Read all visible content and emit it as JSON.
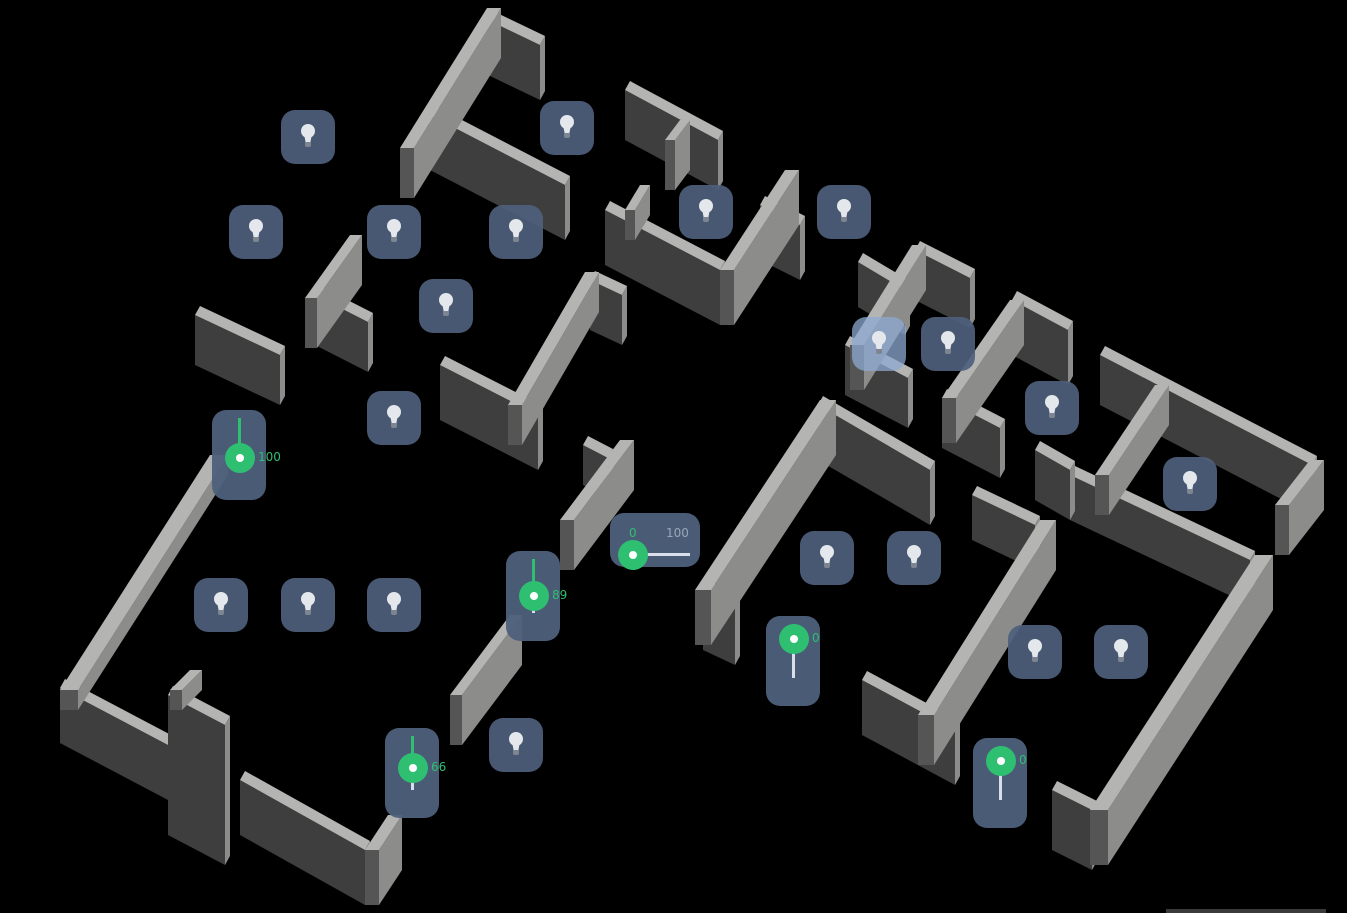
{
  "colors": {
    "wall_top": "#b4b5b2",
    "wall_front": "#3e3e3e",
    "wall_side": "#8c8d8a",
    "button_bg": "#4e607c",
    "accent": "#2fbf71"
  },
  "lights": [
    {
      "icon": "lightbulb-icon",
      "active": false
    },
    {
      "icon": "lightbulb-icon",
      "active": false
    },
    {
      "icon": "lightbulb-icon",
      "active": false
    },
    {
      "icon": "lightbulb-icon",
      "active": false
    },
    {
      "icon": "lightbulb-icon",
      "active": false
    },
    {
      "icon": "lightbulb-icon",
      "active": false
    },
    {
      "icon": "lightbulb-icon",
      "active": false
    },
    {
      "icon": "lightbulb-icon",
      "active": false
    },
    {
      "icon": "lightbulb-icon",
      "active": true
    },
    {
      "icon": "lightbulb-icon",
      "active": false
    },
    {
      "icon": "lightbulb-icon",
      "active": false
    },
    {
      "icon": "lightbulb-icon",
      "active": false
    },
    {
      "icon": "lightbulb-icon",
      "active": false
    },
    {
      "icon": "lightbulb-icon",
      "active": false
    },
    {
      "icon": "lightbulb-icon",
      "active": false
    },
    {
      "icon": "lightbulb-icon",
      "active": false
    },
    {
      "icon": "lightbulb-icon",
      "active": false
    },
    {
      "icon": "lightbulb-icon",
      "active": false
    },
    {
      "icon": "lightbulb-icon",
      "active": false
    },
    {
      "icon": "lightbulb-icon",
      "active": false
    },
    {
      "icon": "lightbulb-icon",
      "active": false
    }
  ],
  "vertical_sliders": [
    {
      "value": 100,
      "label": "100"
    },
    {
      "value": 89,
      "label": "89"
    },
    {
      "value": 66,
      "label": "66"
    },
    {
      "value": 0,
      "label": "0"
    },
    {
      "value": 0,
      "label": "0"
    }
  ],
  "horizontal_slider": {
    "value": 0,
    "min_label": "0",
    "max_label": "100"
  }
}
